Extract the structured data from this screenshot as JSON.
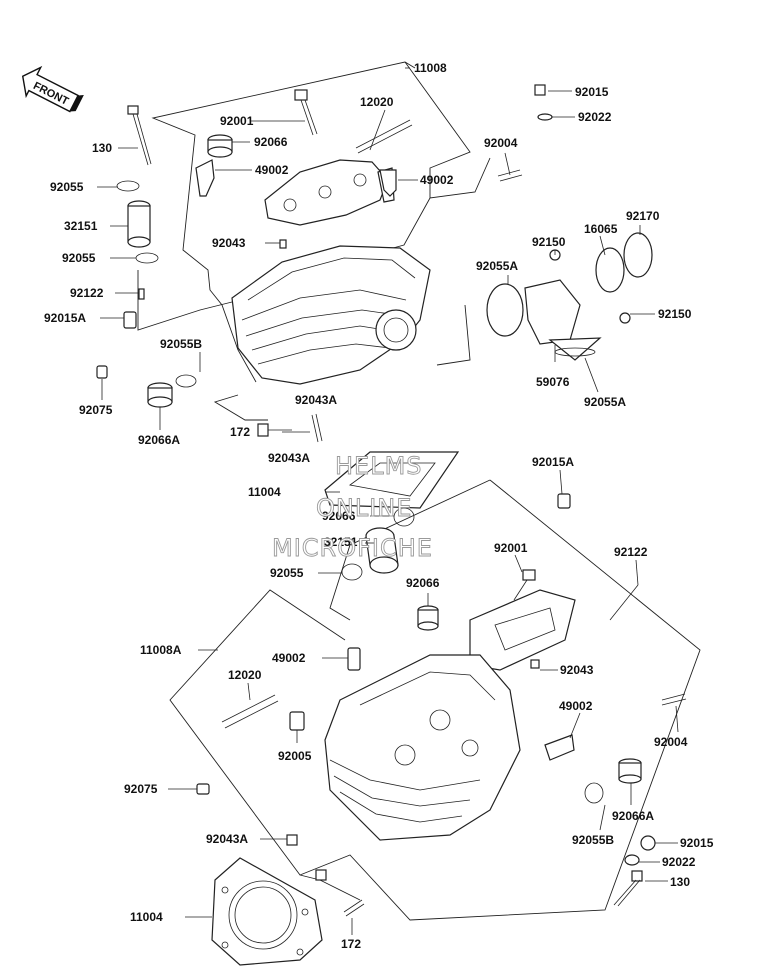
{
  "front_label": "FRONT",
  "watermark": {
    "line1": "HELMS",
    "line2": "ONLINE",
    "line3": "MICROFICHE"
  },
  "labels": {
    "p11008": "11008",
    "p92015_top": "92015",
    "p92001_top": "92001",
    "p12020_top": "12020",
    "p92022_top": "92022",
    "p130_left": "130",
    "p92066_top": "92066",
    "p92004_top": "92004",
    "p49002_upper_left": "49002",
    "p49002_upper_right": "49002",
    "p92055_upper1": "92055",
    "p32151_upper": "32151",
    "p92170": "92170",
    "p16065": "16065",
    "p92150_a": "92150",
    "p92043_upper": "92043",
    "p92055_upper2": "92055",
    "p92055A_upper": "92055A",
    "p92122_left": "92122",
    "p92015A_left": "92015A",
    "p92150_b": "92150",
    "p92055B_upper": "92055B",
    "p59076": "59076",
    "p92055A_lower": "92055A",
    "p92075_upper": "92075",
    "p92043A_right": "92043A",
    "p92066A_upper": "92066A",
    "p172_upper": "172",
    "p92043A_mid": "92043A",
    "p92015A_right": "92015A",
    "p11004_upper": "11004",
    "p92066_mid": "92066",
    "p32151_mid": "32151",
    "p92001_mid": "92001",
    "p92122_right": "92122",
    "p92055_mid": "92055",
    "p92066_lower": "92066",
    "p11008A": "11008A",
    "p49002_lower_left": "49002",
    "p92043_lower": "92043",
    "p12020_lower": "12020",
    "p49002_lower_right": "49002",
    "p92004_lower": "92004",
    "p92005": "92005",
    "p92075_lower": "92075",
    "p92066A_lower": "92066A",
    "p92043A_lower": "92043A",
    "p92055B_lower": "92055B",
    "p92015_lower": "92015",
    "p92022_lower": "92022",
    "p130_lower": "130",
    "p11004_lower": "11004",
    "p172_lower": "172"
  }
}
